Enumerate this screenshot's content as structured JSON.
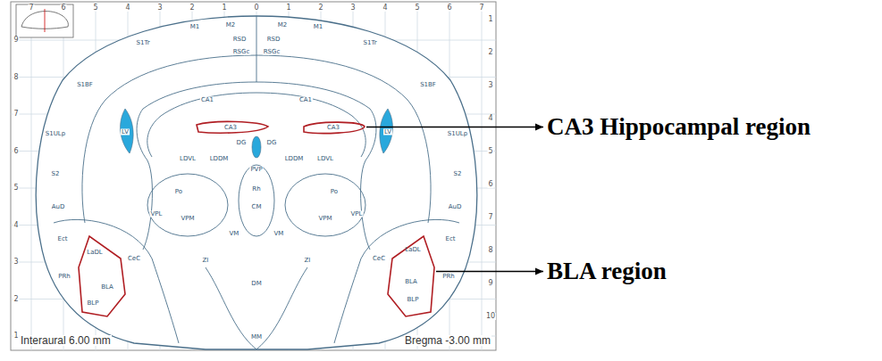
{
  "diagram": {
    "nodes": [
      {
        "text": [
          "CA3 Hippocampal region"
        ]
      },
      {
        "text": [
          "CA3"
        ]
      },
      {
        "text": [
          "BLA region"
        ]
      },
      {
        "text": [
          "LaDL",
          "BLA",
          "BLP"
        ]
      }
    ],
    "edges": [
      {
        "from": 1,
        "to": 0,
        "arrow": "to"
      },
      {
        "from": 3,
        "to": 2,
        "arrow": "to"
      }
    ],
    "labels": [
      "Interaural 6.00 mm",
      "Bregma -3.00 mm",
      "7",
      "6",
      "5",
      "4",
      "3",
      "2",
      "1",
      "0",
      "1",
      "2",
      "3",
      "4",
      "5",
      "6",
      "7",
      "9",
      "8",
      "7",
      "6",
      "5",
      "4",
      "3",
      "2",
      "1",
      "1",
      "2",
      "3",
      "4",
      "5",
      "6",
      "7",
      "8",
      "9",
      "10",
      "M1",
      "M2",
      "M2",
      "M1",
      "RSD",
      "RSD",
      "RSGc",
      "RSGc",
      "S1Tr",
      "S1Tr",
      "S1BF",
      "S1BF",
      "S1ULp",
      "S1ULp",
      "S2",
      "S2",
      "AuD",
      "AuD",
      "Ect",
      "Ect",
      "PRh",
      "PRh",
      "CA1",
      "CA1",
      "CA3",
      "DG",
      "DG",
      "LV",
      "LV",
      "LDVL",
      "LDVL",
      "LDDM",
      "LDDM",
      "PVP",
      "Po",
      "Po",
      "VPM",
      "VPM",
      "VPL",
      "VPL",
      "CM",
      "Rh",
      "VM",
      "VM",
      "ZI",
      "ZI",
      "DM",
      "LaDL",
      "BLA",
      "BLP",
      "CeC",
      "CeC",
      "MM"
    ]
  }
}
